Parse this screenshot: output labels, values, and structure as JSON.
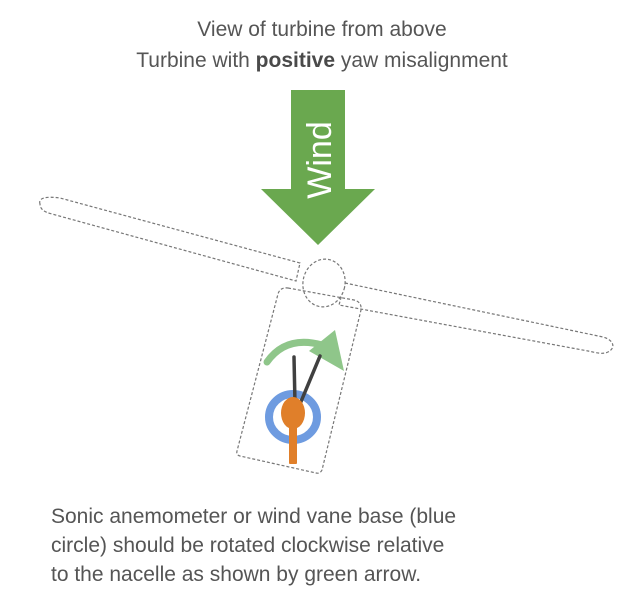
{
  "header": {
    "title": "View of turbine from above",
    "subtitle_prefix": "Turbine with ",
    "subtitle_emphasis": "positive",
    "subtitle_suffix": " yaw misalignment"
  },
  "wind_arrow": {
    "label": "Wind",
    "color": "#6aa84f"
  },
  "rotation_arrow": {
    "color": "#8fc68a",
    "direction": "clockwise"
  },
  "sensor": {
    "base_ring_color": "#6e9be0",
    "vane_color": "#e07f2a",
    "rod_color": "#404040"
  },
  "turbine": {
    "outline_color": "#777777",
    "outline_style": "dashed"
  },
  "caption": {
    "line1": "Sonic anemometer or wind vane base (blue",
    "line2": "circle) should be rotated clockwise relative",
    "line3": "to the nacelle as shown by green arrow."
  }
}
